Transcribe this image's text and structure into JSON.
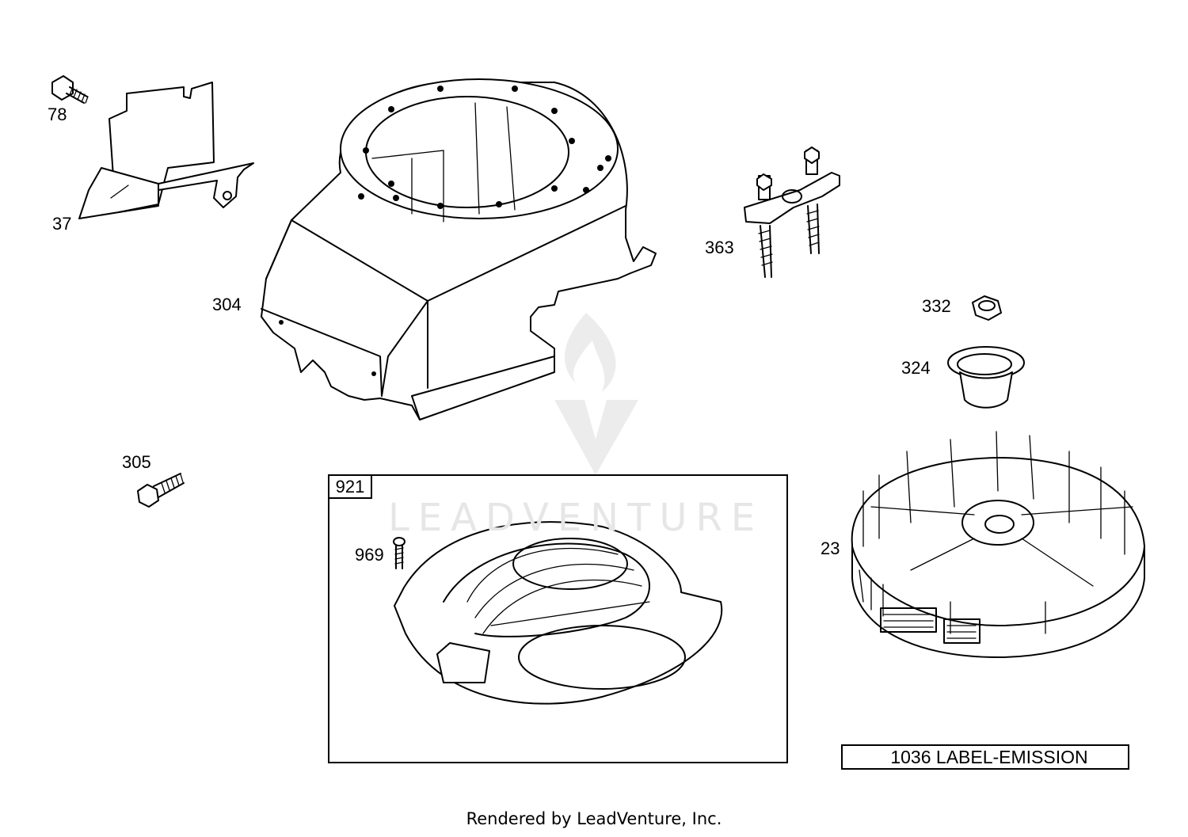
{
  "callouts": {
    "p78": "78",
    "p37": "37",
    "p304": "304",
    "p363": "363",
    "p332": "332",
    "p324": "324",
    "p305": "305",
    "p969": "969",
    "p23": "23"
  },
  "kit": {
    "number": "921"
  },
  "emission_label": "1036 LABEL-EMISSION",
  "watermark": "LEADVENTURE",
  "footer": "Rendered by LeadVenture, Inc."
}
